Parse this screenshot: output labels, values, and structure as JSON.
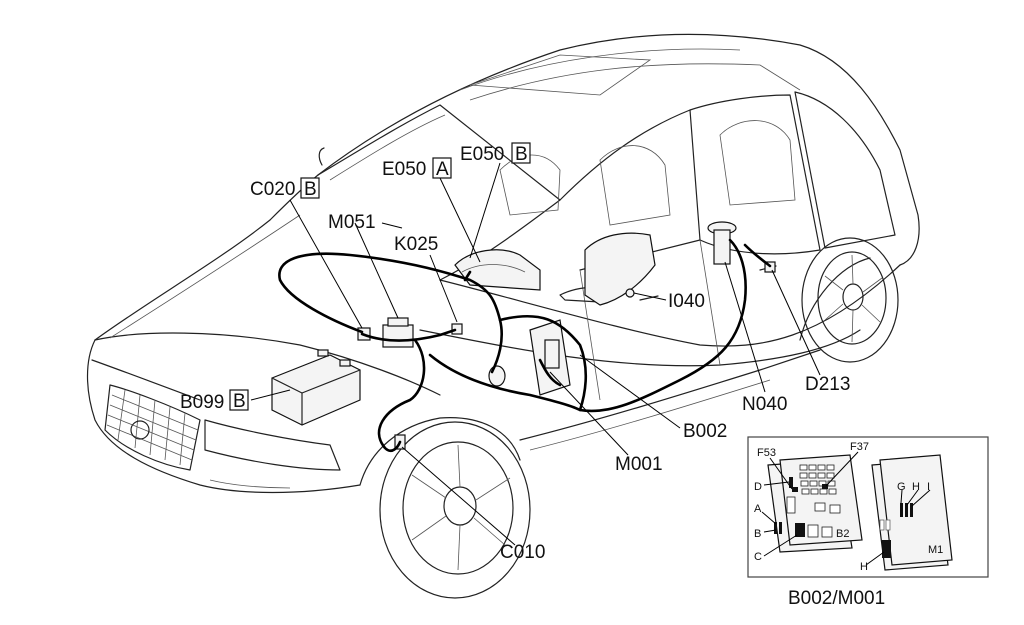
{
  "labels": {
    "c020": "C020",
    "c020_tag": "B",
    "e050a": "E050",
    "e050a_tag": "A",
    "e050b": "E050",
    "e050b_tag": "B",
    "m051": "M051",
    "k025": "K025",
    "i040": "I040",
    "b099": "B099",
    "b099_tag": "B",
    "b002": "B002",
    "m001": "M001",
    "n040": "N040",
    "d213": "D213",
    "c010": "C010"
  },
  "inset": {
    "caption": "B002/M001",
    "f53": "F53",
    "f37": "F37",
    "d": "D",
    "a": "A",
    "b": "B",
    "c": "C",
    "b2": "B2",
    "g": "G",
    "h_top": "H",
    "i": "I",
    "h_bottom": "H",
    "m1": "M1"
  },
  "colors": {
    "line": "#222222",
    "wire": "#000000",
    "inset_border": "#444444"
  }
}
